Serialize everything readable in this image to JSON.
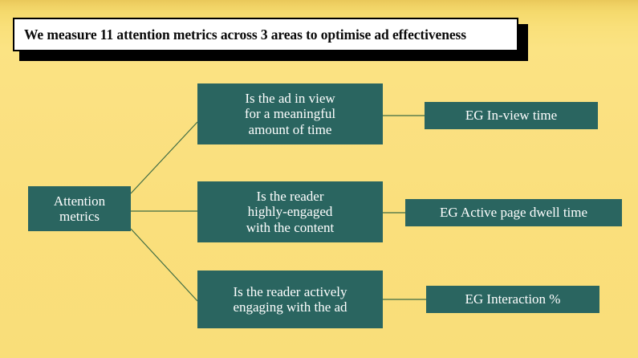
{
  "slide": {
    "title": "We measure 11 attention metrics across 3 areas to optimise ad effectiveness",
    "background_color": "#F9DF74",
    "accent_color": "#2A6560",
    "title_text_color": "#0A0A0A",
    "title_background_color": "#FFFFFF",
    "connector_color": "#3D6B43"
  },
  "diagram": {
    "root": {
      "label": "Attention\nmetrics"
    },
    "branches": [
      {
        "area": "Is the ad in view\nfor a meaningful\namount of time",
        "example": "EG In-view time"
      },
      {
        "area": "Is the reader\nhighly-engaged\nwith the content",
        "example": "EG Active page dwell time"
      },
      {
        "area": "Is the reader actively\nengaging with the ad",
        "example": "EG Interaction %"
      }
    ]
  }
}
